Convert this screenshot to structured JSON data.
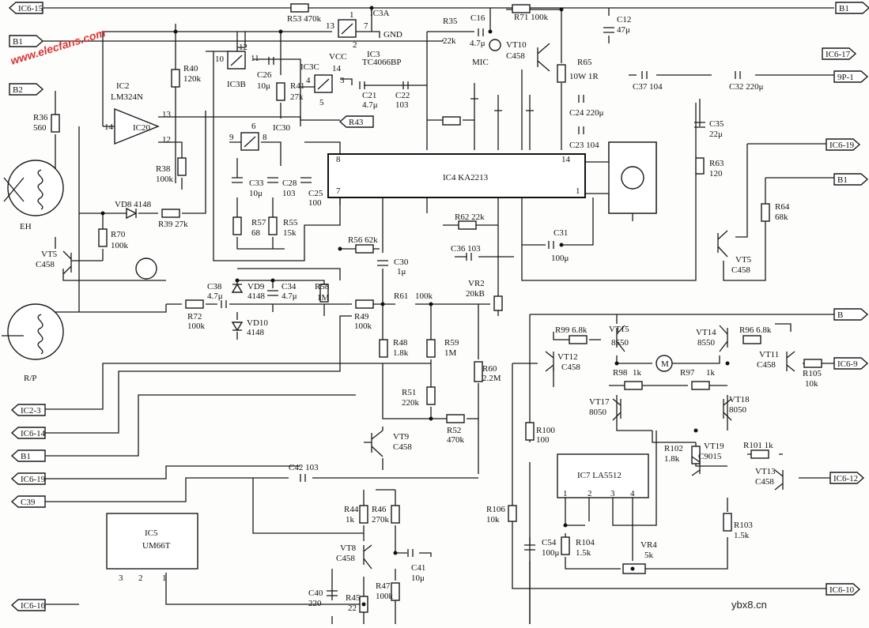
{
  "watermark_top": "www.elecfans.com",
  "watermark_bottom": "ybx8.cn",
  "connectors": {
    "IC6-15": "IC6-15",
    "B1_top_left": "B1",
    "B2": "B2",
    "B1_top_right": "B1",
    "IC6-17": "IC6-17",
    "9P-1": "9P-1",
    "R43": "R43",
    "IC6-19_right": "IC6-19",
    "B1_right": "B1",
    "B_right": "B",
    "IC6-9": "IC6-9",
    "IC2-3": "IC2-3",
    "IC6-14": "IC6-14",
    "B1_left": "B1",
    "IC6-19_left": "IC6-19",
    "C39": "C39",
    "IC6-12": "IC6-12",
    "IC6-16": "IC6-16",
    "IC6-10": "IC6-10"
  },
  "labels": {
    "r53": "R53 470k",
    "ic3a": "IC3A",
    "ic3a_p1": "1",
    "ic3a_p13": "13",
    "ic3a_p2": "2",
    "ic3a_p7": "7",
    "gnd": "GND",
    "ic3": "IC3",
    "tc4066": "TC4066BP",
    "r35": "R35",
    "r35v": "22k",
    "c16": "C16",
    "c16v": "4.7μ",
    "r71": "R71 100k",
    "c12": "C12",
    "c12v": "47μ",
    "mic": "MIC",
    "vt10": "VT10",
    "vt10t": "C458",
    "r65": "R65",
    "r65v": "10W  1R",
    "vcc": "VCC",
    "ic3c": "IC3C",
    "p14": "14",
    "p4": "4",
    "p3": "3",
    "p5": "5",
    "ic3b": "IC3B",
    "p10": "10",
    "p12": "12",
    "p11": "11",
    "c26": "C26",
    "c26v": "10μ",
    "r41": "R41",
    "r41v": "27k",
    "r40": "R40",
    "r40v": "120k",
    "ic2": "IC2",
    "lm324": "LM324N",
    "ic20": "IC20",
    "op14": "14",
    "op13": "13",
    "op12": "12",
    "r36": "R36",
    "r36v": "560",
    "r38": "R38",
    "r38v": "100k",
    "c21": "C21",
    "c21v": "4.7μ",
    "c22": "C22",
    "c22v": "103",
    "c37": "C37 104",
    "c32": "C32 220μ",
    "c24": "C24 220μ",
    "c23": "C23 104",
    "c35": "C35",
    "c35v": "22μ",
    "r63": "R63",
    "r63v": "120",
    "r64": "R64",
    "r64v": "68k",
    "ic30": "IC30",
    "p6": "6",
    "p9": "9",
    "p8": "8",
    "ic4": "IC4 KA2213",
    "ic4p8": "8",
    "ic4p14": "14",
    "ic4p7": "7",
    "ic4p1": "1",
    "c33": "C33",
    "c33v": "10μ",
    "c28": "C28",
    "c28v": "103",
    "c25": "C25",
    "c25v": "100",
    "r57": "R57",
    "r57v": "68",
    "r55": "R55",
    "r55v": "15k",
    "r62": "R62 22k",
    "c31": "C31",
    "c31v": "100μ",
    "vd8": "VD8 4148",
    "r39": "R39 27k",
    "eh": "EH",
    "r70": "R70",
    "r70v": "100k",
    "vt5l": "VT5",
    "vt5lt": "C458",
    "r56": "R56 62k",
    "c36": "C36 103",
    "vt5r": "VT5",
    "vt5rt": "C458",
    "c30": "C30",
    "c30v": "1μ",
    "c38": "C38",
    "c38v": "4.7μ",
    "vd9": "VD9",
    "vd9v": "4148",
    "c34": "C34",
    "c34v": "4.7μ",
    "r58": "R58",
    "r58v": "1M",
    "vr2": "VR2",
    "vr2v": "20kB",
    "r72": "R72",
    "r72v": "100k",
    "r49": "R49",
    "r49v": "100k",
    "r61": "R61",
    "r61v": "100k",
    "vd10": "VD10",
    "vd10v": "4148",
    "rp": "R/P",
    "r48": "R48",
    "r48v": "1.8k",
    "r59": "R59",
    "r59v": "1M",
    "r60": "R60",
    "r60v": "2.2M",
    "r51": "R51",
    "r51v": "220k",
    "r52": "R52",
    "r52v": "470k",
    "vt9": "VT9",
    "vt9t": "C458",
    "c42": "C42 103",
    "ic5": "IC5",
    "um66t": "UM66T",
    "ic5p3": "3",
    "ic5p2": "2",
    "ic5p1": "1",
    "r44": "R44",
    "r44v": "1k",
    "r46": "R46",
    "r46v": "270k",
    "vt8": "VT8",
    "vt8t": "C458",
    "c41": "C41",
    "c41v": "10μ",
    "c40": "C40",
    "c40v": "220",
    "r45": "R45",
    "r45v": "22",
    "r47": "R47",
    "r47v": "100k",
    "r99": "R99 6.8k",
    "vt15": "VT15",
    "vt15t": "8550",
    "vt14": "VT14",
    "vt14t": "8550",
    "r96": "R96 6.8k",
    "vt12": "VT12",
    "vt12t": "C458",
    "vt11": "VT11",
    "vt11t": "C458",
    "r105": "R105",
    "r105v": "10k",
    "r98": "R98",
    "r98v": "1k",
    "r97": "R97",
    "r97v": "1k",
    "vt17": "VT17",
    "vt17t": "8050",
    "vt18": "VT18",
    "vt18t": "8050",
    "r100": "R100",
    "r100v": "100",
    "r102": "R102",
    "r102v": "1.8k",
    "vt19": "VT19",
    "vt19t": "C9015",
    "r101": "R101 1k",
    "vt13": "VT13",
    "vt13t": "C458",
    "ic7": "IC7 LA5512",
    "ic7p1": "1",
    "ic7p2": "2",
    "ic7p3": "3",
    "ic7p4": "4",
    "r106": "R106",
    "r106v": "10k",
    "c54": "C54",
    "c54v": "100μ",
    "r104": "R104",
    "r104v": "1.5k",
    "vr4": "VR4",
    "vr4v": "5k",
    "r103": "R103",
    "r103v": "1.5k"
  }
}
